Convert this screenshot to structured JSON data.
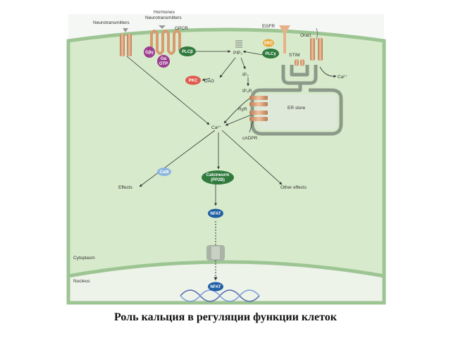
{
  "labels": {
    "neurotransmitters": "Neurotransmitters",
    "hormones": "Hormones",
    "hormones_neuro": "Neurotransmitters",
    "gpcr": "GPCR",
    "egfr": "EGFR",
    "orai1": "Orai1",
    "stim": "STIM",
    "ca_out": "Ca²⁺",
    "dag": "DAG",
    "pip2": "PIP₂",
    "ip3": "IP₃",
    "ip3r": "IP₃R",
    "ryr": "RyR",
    "er_store": "ER store",
    "cadpr": "cADPR",
    "ca_center": "Ca²⁺",
    "effects": "Effects",
    "other_effects": "Other effects",
    "cytoplasm": "Cytoplasm",
    "nucleus": "Nucleus"
  },
  "pills": {
    "gbg": "Gβγ",
    "ga1": "Gα",
    "ga2": "GTP",
    "plcb": "PLCβ",
    "pkc": "PKC",
    "src": "SRC",
    "plcg": "PLCγ",
    "cam": "CaM",
    "calcineurin1": "Calcineurin",
    "calcineurin2": "(PP2B)",
    "nfat1": "NFAT",
    "nfat2": "NFAT"
  },
  "caption": "Роль кальция в регуляции функции клеток",
  "colors": {
    "cell_fill": "#d9ecd0",
    "outside_fill": "#eef4ee",
    "membrane": "#8fb88a",
    "purple": "#9c3d8f",
    "green_pill": "#2f7a3c",
    "pkc_red": "#e05a4f",
    "src_orange": "#e9a93c",
    "cam_blue": "#8cb6e0",
    "nfat_blue": "#1f5fa3",
    "receptor_tan": "#d9a27a"
  }
}
